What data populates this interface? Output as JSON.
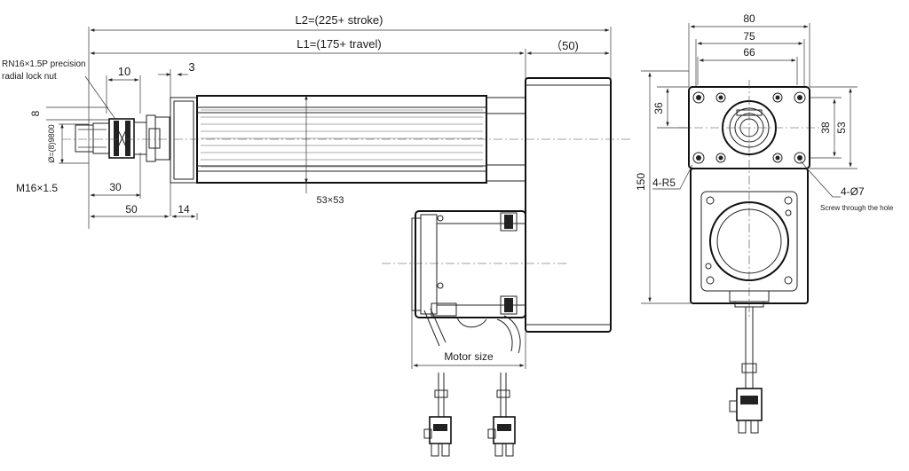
{
  "drawing": {
    "side_view": {
      "l2_label": "L2=(225+ stroke)",
      "l1_label": "L1=(175+ travel)",
      "motor_offset_label": "（50)",
      "lock_nut_label_line1": "RN16×1.5P precision",
      "lock_nut_label_line2": "radial lock nut",
      "dim_10": "10",
      "dim_3": "3",
      "dim_8": "8",
      "dim_shaft_dia": "Ø=(8)9800",
      "thread_label": "M16×1.5",
      "dim_30": "30",
      "dim_50": "50",
      "dim_14": "14",
      "tube_section_label": "53×53",
      "motor_size_label": "Motor size"
    },
    "end_view": {
      "dim_80": "80",
      "dim_75": "75",
      "dim_66": "66",
      "dim_36": "36",
      "dim_38": "38",
      "dim_53": "53",
      "dim_150": "150",
      "radius_label": "4-R5",
      "hole_label": "4-Ø7",
      "hole_note": "Screw through the hole"
    }
  }
}
